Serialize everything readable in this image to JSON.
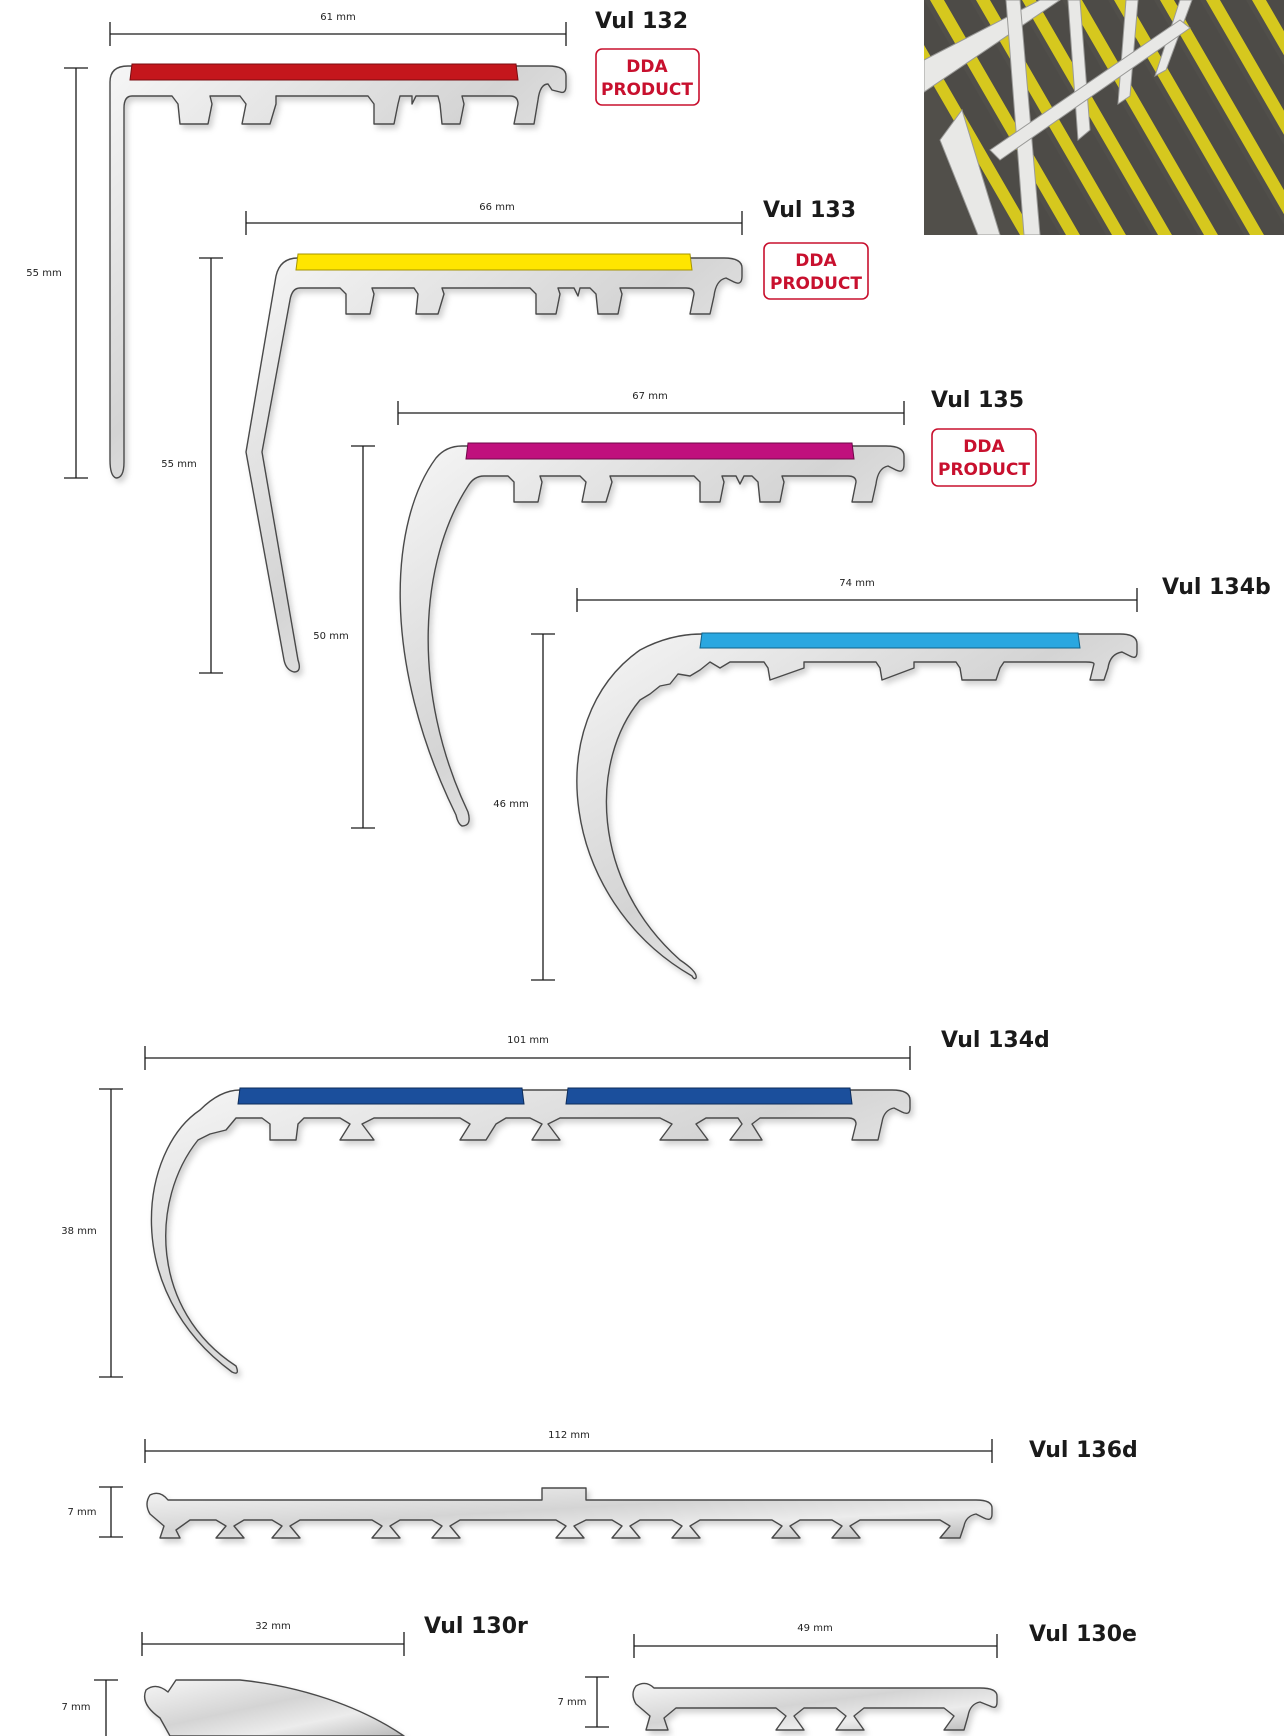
{
  "products": [
    {
      "id": "vul132",
      "title": "Vul 132",
      "width_label": "61 mm",
      "height_label": "55 mm",
      "badge": [
        "DDA",
        "PRODUCT"
      ],
      "insert_colors": [
        "#c4161c"
      ]
    },
    {
      "id": "vul133",
      "title": "Vul 133",
      "width_label": "66 mm",
      "height_label": "55 mm",
      "badge": [
        "DDA",
        "PRODUCT"
      ],
      "insert_colors": [
        "#ffe500"
      ]
    },
    {
      "id": "vul135",
      "title": "Vul 135",
      "width_label": "67 mm",
      "height_label": "50 mm",
      "badge": [
        "DDA",
        "PRODUCT"
      ],
      "insert_colors": [
        "#c0107d"
      ]
    },
    {
      "id": "vul134b",
      "title": "Vul 134b",
      "width_label": "74 mm",
      "height_label": "46 mm",
      "insert_colors": [
        "#2aa7e0"
      ]
    },
    {
      "id": "vul134d",
      "title": "Vul 134d",
      "width_label": "101 mm",
      "height_label": "38 mm",
      "insert_colors": [
        "#1b4f9c",
        "#1b4f9c"
      ]
    },
    {
      "id": "vul136d",
      "title": "Vul 136d",
      "width_label": "112 mm",
      "height_label": "7 mm"
    },
    {
      "id": "vul130r",
      "title": "Vul 130r",
      "width_label": "32 mm",
      "height_label": "7 mm"
    },
    {
      "id": "vul130e",
      "title": "Vul 130e",
      "width_label": "49 mm",
      "height_label": "7 mm"
    }
  ],
  "colors": {
    "badge": "#c8102e",
    "aluminium_light": "#f2f2f2",
    "aluminium_dark": "#a9a9a9"
  },
  "photo": {
    "icon": "stair-nosing-photo",
    "stripe_color": "#e2d21a"
  }
}
